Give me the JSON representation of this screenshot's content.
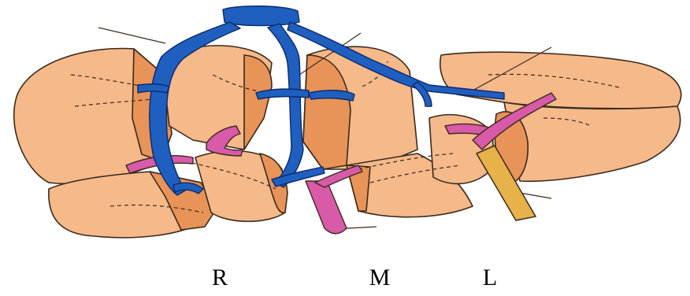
{
  "labels": {
    "right": "R",
    "middle": "M",
    "left": "L"
  },
  "colors": {
    "parenchyma": "#f6b98a",
    "parenchyma_dark": "#e89358",
    "outline": "#3a2a1c",
    "hepatic_vein": "#1f5fbf",
    "portal_vein": "#d85aa8",
    "bile_duct": "#e8b24a",
    "background": "#ffffff"
  }
}
